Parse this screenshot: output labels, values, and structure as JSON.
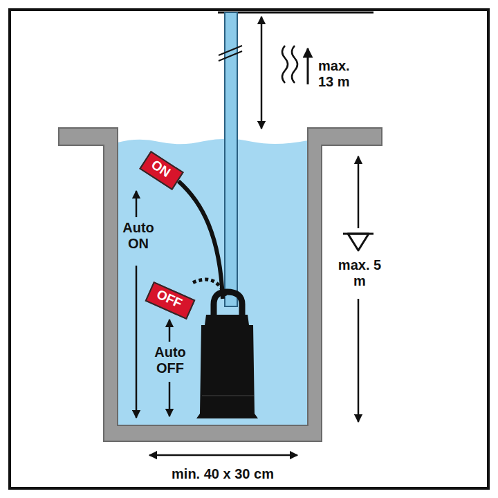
{
  "diagram": {
    "nodes": [
      {
        "text": [
          "ON"
        ]
      },
      {
        "text": [
          "OFF"
        ]
      }
    ],
    "labels": [
      "max. 13 m",
      "Auto ON",
      "Auto OFF",
      "max. 5 m",
      "min. 40 x 30 cm"
    ]
  }
}
